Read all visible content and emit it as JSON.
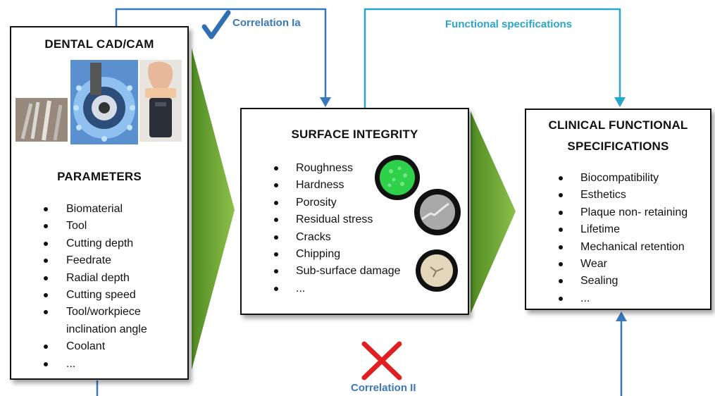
{
  "cad_cam": {
    "title": "DENTAL CAD/CAM",
    "parameters_title": "PARAMETERS",
    "parameters": [
      "Biomaterial",
      "Tool",
      "Cutting depth",
      "Feedrate",
      "Radial depth",
      "Cutting speed",
      "Tool/workpiece inclination angle",
      "Coolant",
      "..."
    ]
  },
  "surface_integrity": {
    "title": "SURFACE INTEGRITY",
    "items": [
      "Roughness",
      "Hardness",
      "Porosity",
      "Residual stress",
      "Cracks",
      "Chipping",
      "Sub-surface damage",
      "..."
    ]
  },
  "clinical": {
    "title_line1": "CLINICAL FUNCTIONAL",
    "title_line2": "SPECIFICATIONS",
    "items": [
      "Biocompatibility",
      "Esthetics",
      "Plaque non- retaining",
      "Lifetime",
      "Mechanical retention",
      "Wear",
      "Sealing",
      "..."
    ]
  },
  "labels": {
    "correlation_1a": "Correlation Ia",
    "functional_specs": "Functional specifications",
    "correlation_2": "Correlation II"
  },
  "colors": {
    "arrow_green": "#6aa232",
    "line_blue": "#3a78bd",
    "line_cyan": "#2aa6c9",
    "check_blue": "#2f6fb4",
    "cross_red": "#e02020"
  },
  "icons": {
    "check": "check-icon",
    "cross": "cross-icon"
  }
}
